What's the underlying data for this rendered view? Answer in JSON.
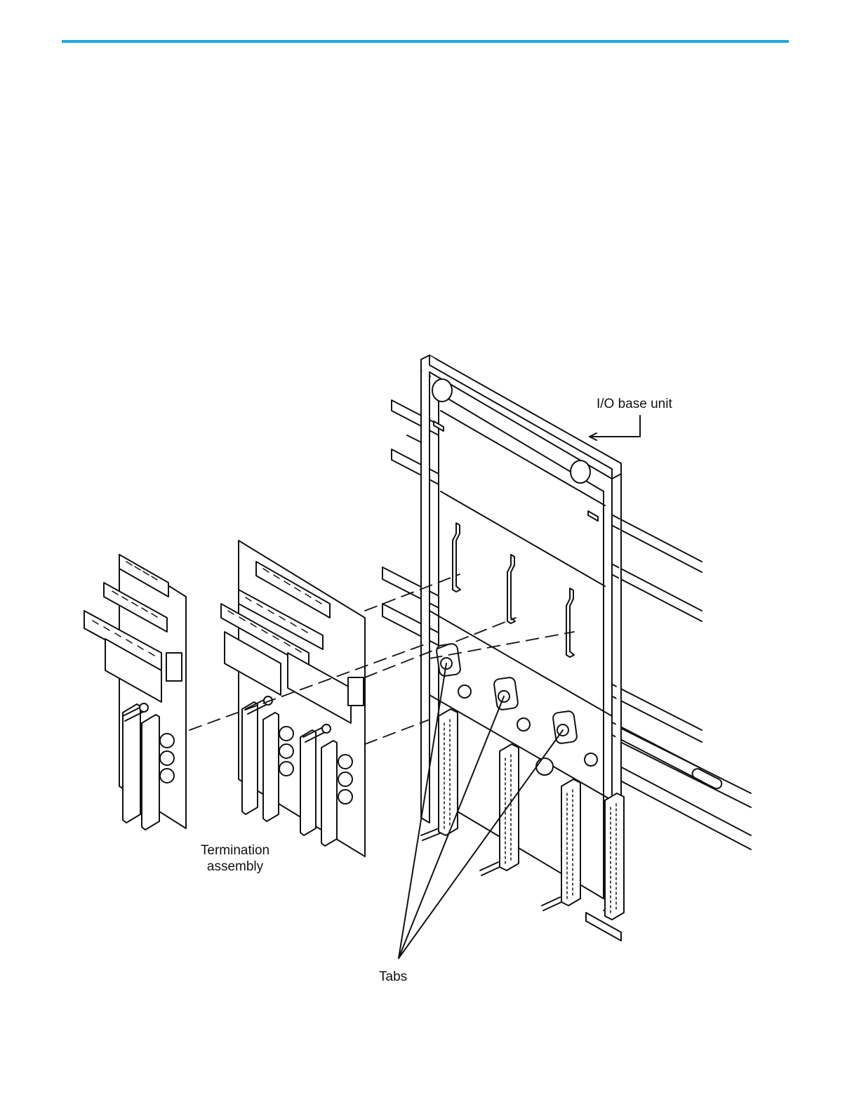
{
  "header": {
    "rule_color": "#1ea6e0"
  },
  "figure": {
    "labels": {
      "io_base_unit": "I/O base unit",
      "termination_assembly": "Termination\nassembly",
      "tabs": "Tabs"
    },
    "icon": "line-drawing-io-base-termination-assembly"
  }
}
